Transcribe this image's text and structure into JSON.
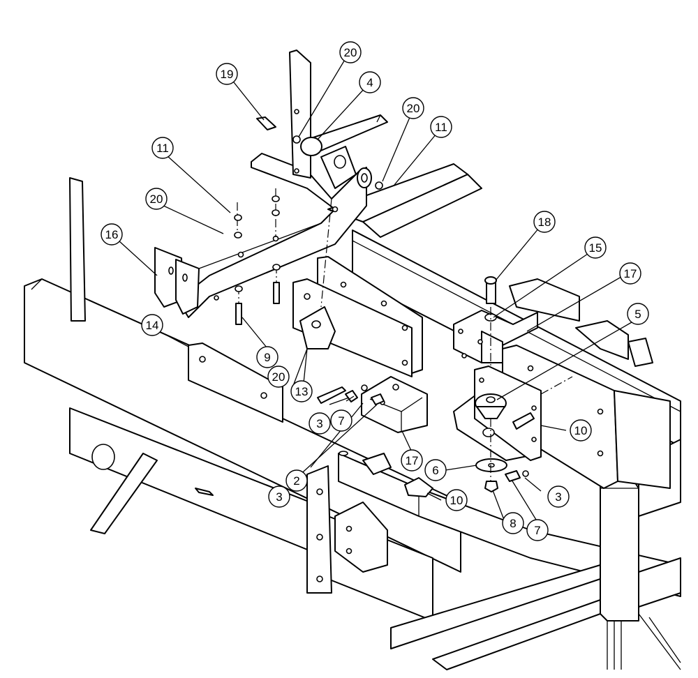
{
  "callouts": [
    {
      "id": "c19a",
      "label": "19"
    },
    {
      "id": "c20a",
      "label": "20"
    },
    {
      "id": "c4",
      "label": "4"
    },
    {
      "id": "c20b",
      "label": "20"
    },
    {
      "id": "c11a",
      "label": "11"
    },
    {
      "id": "c11b",
      "label": "11"
    },
    {
      "id": "c20c",
      "label": "20"
    },
    {
      "id": "c16",
      "label": "16"
    },
    {
      "id": "c18",
      "label": "18"
    },
    {
      "id": "c15",
      "label": "15"
    },
    {
      "id": "c17a",
      "label": "17"
    },
    {
      "id": "c5",
      "label": "5"
    },
    {
      "id": "c14",
      "label": "14"
    },
    {
      "id": "c9",
      "label": "9"
    },
    {
      "id": "c20d",
      "label": "20"
    },
    {
      "id": "c13",
      "label": "13"
    },
    {
      "id": "c3a",
      "label": "3"
    },
    {
      "id": "c7a",
      "label": "7"
    },
    {
      "id": "c10a",
      "label": "10"
    },
    {
      "id": "c17b",
      "label": "17"
    },
    {
      "id": "c2",
      "label": "2"
    },
    {
      "id": "c3b",
      "label": "3"
    },
    {
      "id": "c6",
      "label": "6"
    },
    {
      "id": "c3c",
      "label": "3"
    },
    {
      "id": "c10b",
      "label": "10"
    },
    {
      "id": "c8",
      "label": "8"
    },
    {
      "id": "c7b",
      "label": "7"
    }
  ]
}
